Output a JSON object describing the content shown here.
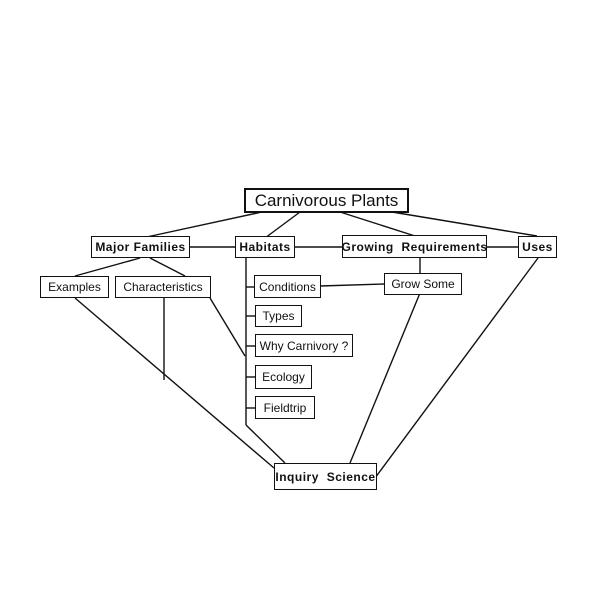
{
  "diagram": {
    "title": "Carnivorous Plants",
    "major_families": "Major Families",
    "habitats": "Habitats",
    "growing_requirements": "Growing Requirements",
    "uses": "Uses",
    "examples": "Examples",
    "characteristics": "Characteristics",
    "conditions": "Conditions",
    "grow_some": "Grow Some",
    "types": "Types",
    "why_carnivory": "Why Carnivory ?",
    "ecology": "Ecology",
    "fieldtrip": "Fieldtrip",
    "inquiry_science": "Inquiry Science"
  }
}
